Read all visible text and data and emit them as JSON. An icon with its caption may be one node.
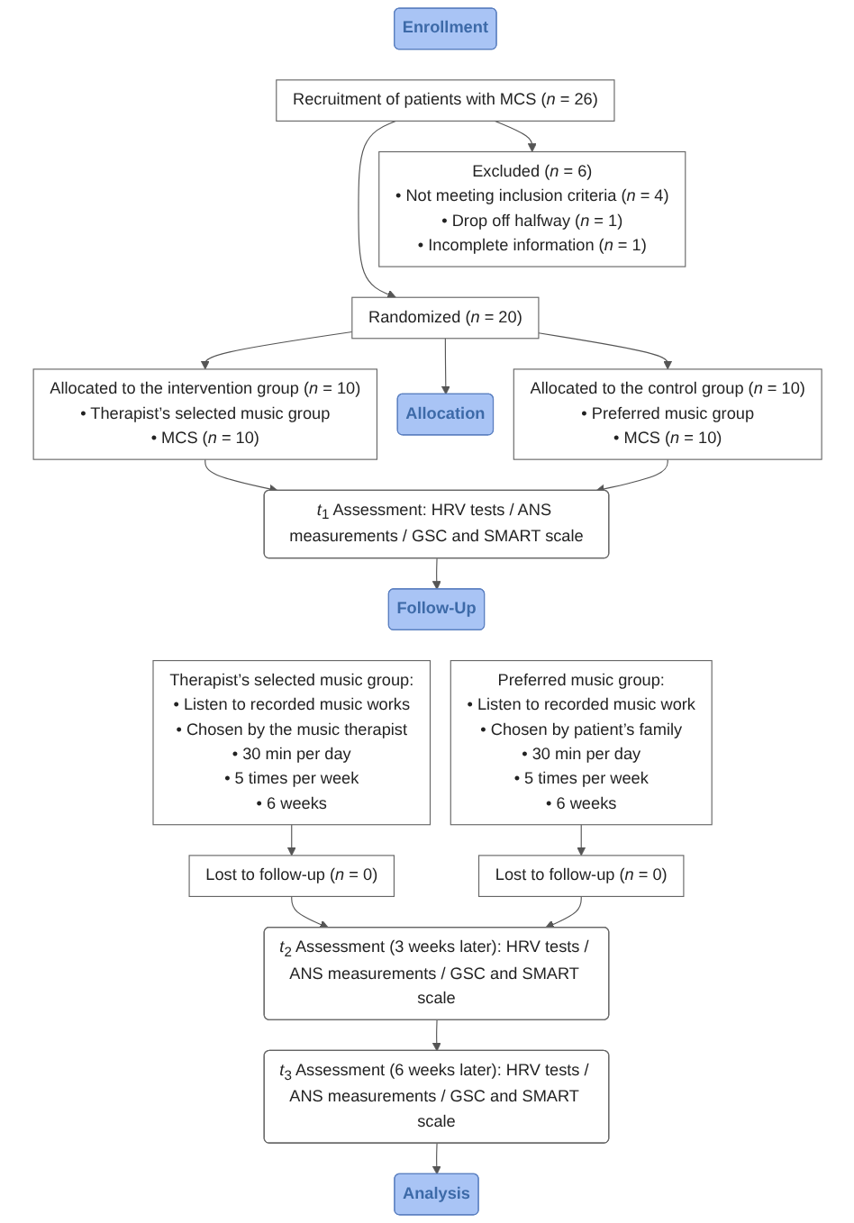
{
  "diagram": {
    "nodes": [
      {
        "text": [
          "Enrollment"
        ]
      },
      {
        "text": [
          "Recruitment of patients with MCS (*n* = 26)"
        ]
      },
      {
        "text": [
          "Excluded (*n* = 6)",
          "• Not meeting inclusion criteria (*n* = 4)",
          "• Drop off halfway (*n* = 1)",
          "• Incomplete information (*n* = 1)"
        ]
      },
      {
        "text": [
          "Randomized (*n* = 20)"
        ]
      },
      {
        "text": [
          "Allocation"
        ]
      },
      {
        "text": [
          "Allocated to the intervention group (*n* = 10)",
          "• Therapist’s selected music group",
          "• MCS (*n* = 10)"
        ]
      },
      {
        "text": [
          "Allocated to the control group (*n* = 10)",
          "• Preferred music group",
          "• MCS (*n* = 10)"
        ]
      },
      {
        "text": [
          "*t*$_{1}$ Assessment: HRV tests / ANS measurements / GSC and SMART scale"
        ]
      },
      {
        "text": [
          "Follow-Up"
        ]
      },
      {
        "text": [
          "Therapist’s selected music group:",
          "• Listen to recorded music works",
          "• Chosen by the music therapist",
          "• 30 min per day",
          "• 5 times per week",
          "• 6 weeks"
        ]
      },
      {
        "text": [
          "Preferred music group:",
          "• Listen to recorded music work",
          "• Chosen by patient’s family",
          "• 30 min per day",
          "• 5 times per week",
          "• 6 weeks"
        ]
      },
      {
        "text": [
          "Lost to follow-up (*n* = 0)"
        ]
      },
      {
        "text": [
          "Lost to follow-up (*n* = 0)"
        ]
      },
      {
        "text": [
          "*t*$_{2}$ Assessment (3 weeks later): HRV tests / ANS measurements / GSC and SMART scale"
        ]
      },
      {
        "text": [
          "*t*$_{3}$ Assessment (6 weeks later): HRV tests / ANS measurements / GSC and SMART scale"
        ]
      },
      {
        "text": [
          "Analysis"
        ]
      }
    ],
    "edges": [
      {
        "from": 1,
        "to": 3,
        "arrow": "to"
      },
      {
        "from": 1,
        "to": 2,
        "arrow": "to"
      },
      {
        "from": 3,
        "to": 5,
        "arrow": "to"
      },
      {
        "from": 3,
        "to": 4,
        "arrow": "to"
      },
      {
        "from": 3,
        "to": 6,
        "arrow": "to"
      },
      {
        "from": 5,
        "to": 7,
        "arrow": "to"
      },
      {
        "from": 6,
        "to": 7,
        "arrow": "to"
      },
      {
        "from": 7,
        "to": 8,
        "arrow": "to"
      },
      {
        "from": 9,
        "to": 11,
        "arrow": "to"
      },
      {
        "from": 10,
        "to": 12,
        "arrow": "to"
      },
      {
        "from": 11,
        "to": 13,
        "arrow": "to"
      },
      {
        "from": 12,
        "to": 13,
        "arrow": "to"
      },
      {
        "from": 13,
        "to": 14,
        "arrow": "to"
      },
      {
        "from": 14,
        "to": 15,
        "arrow": "to"
      }
    ]
  }
}
